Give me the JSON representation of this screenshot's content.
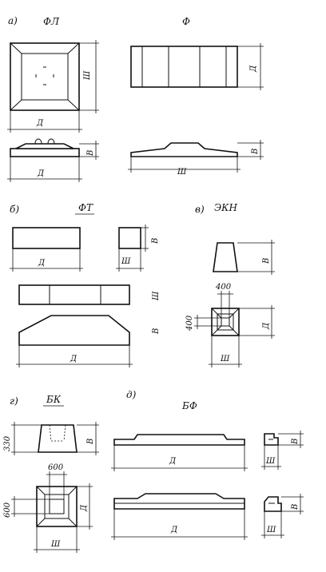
{
  "sections": {
    "a": {
      "letter": "а)",
      "left_title": "ФЛ",
      "right_title": "Ф"
    },
    "b": {
      "letter": "б)",
      "title": "ФТ"
    },
    "v": {
      "letter": "в)",
      "title": "ЭКН"
    },
    "g": {
      "letter": "г)",
      "title": "БК"
    },
    "d": {
      "letter": "д)",
      "title": "БФ"
    }
  },
  "dims": {
    "length": "Д",
    "width": "Ш",
    "height": "В",
    "d400a": "400",
    "d400b": "400",
    "d600a": "600",
    "d600b": "600",
    "d330": "330"
  }
}
